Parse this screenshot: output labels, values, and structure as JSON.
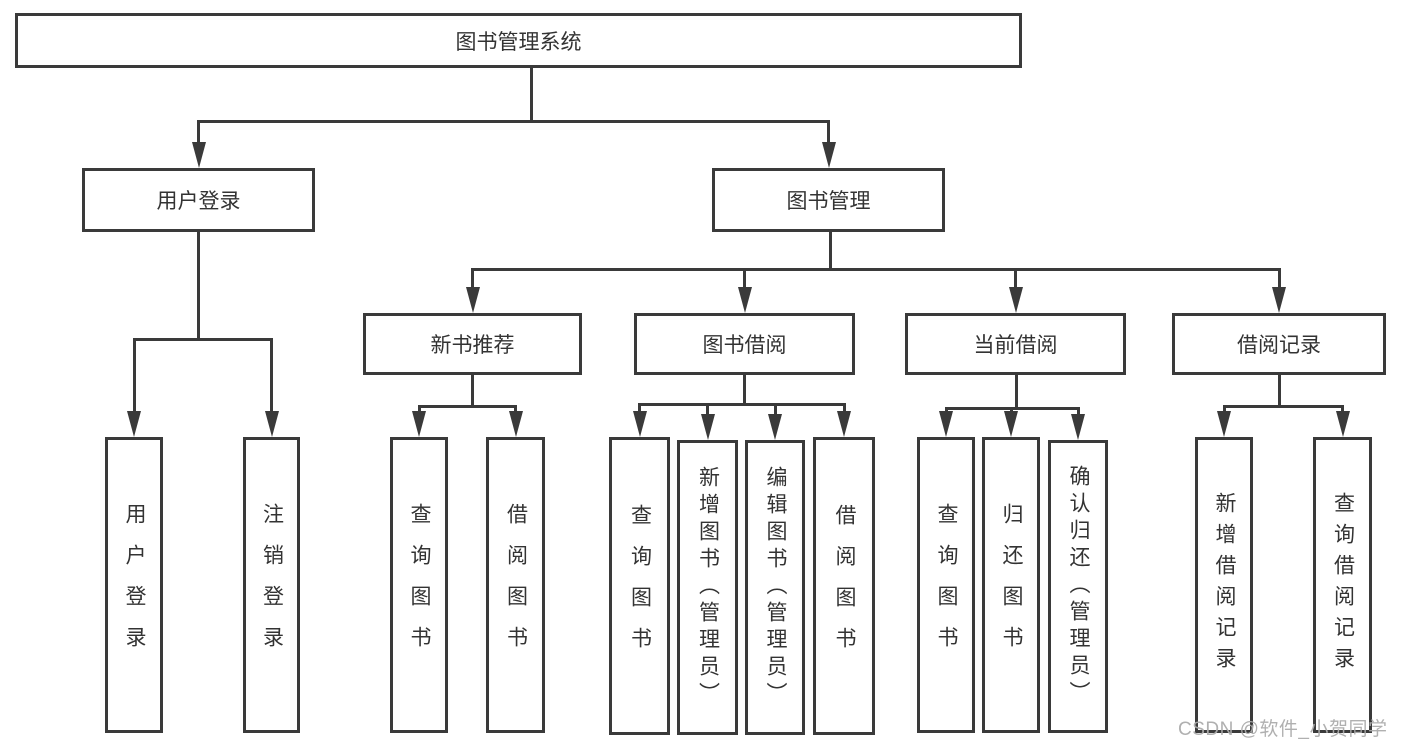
{
  "diagram": {
    "title": "图书管理系统",
    "nodes": [
      {
        "id": "root",
        "label": "图书管理系统"
      },
      {
        "id": "user-login",
        "label": "用户登录",
        "parent": "root"
      },
      {
        "id": "book-management",
        "label": "图书管理",
        "parent": "root"
      },
      {
        "id": "new-book-recommend",
        "label": "新书推荐",
        "parent": "book-management"
      },
      {
        "id": "book-borrow",
        "label": "图书借阅",
        "parent": "book-management"
      },
      {
        "id": "current-borrow",
        "label": "当前借阅",
        "parent": "book-management"
      },
      {
        "id": "borrow-records",
        "label": "借阅记录",
        "parent": "book-management"
      },
      {
        "id": "leaf-user-login",
        "label": "用户登录",
        "parent": "user-login"
      },
      {
        "id": "leaf-logout",
        "label": "注销登录",
        "parent": "user-login"
      },
      {
        "id": "leaf-nb-query",
        "label": "查询图书",
        "parent": "new-book-recommend"
      },
      {
        "id": "leaf-nb-borrow",
        "label": "借阅图书",
        "parent": "new-book-recommend"
      },
      {
        "id": "leaf-bb-query",
        "label": "查询图书",
        "parent": "book-borrow"
      },
      {
        "id": "leaf-bb-add",
        "label": "新增图书（管理员）",
        "parent": "book-borrow"
      },
      {
        "id": "leaf-bb-edit",
        "label": "编辑图书（管理员）",
        "parent": "book-borrow"
      },
      {
        "id": "leaf-bb-borrow",
        "label": "借阅图书",
        "parent": "book-borrow"
      },
      {
        "id": "leaf-cb-query",
        "label": "查询图书",
        "parent": "current-borrow"
      },
      {
        "id": "leaf-cb-return",
        "label": "归还图书",
        "parent": "current-borrow"
      },
      {
        "id": "leaf-cb-confirm",
        "label": "确认归还（管理员）",
        "parent": "current-borrow"
      },
      {
        "id": "leaf-br-add",
        "label": "新增借阅记录",
        "parent": "borrow-records"
      },
      {
        "id": "leaf-br-query",
        "label": "查询借阅记录",
        "parent": "borrow-records"
      }
    ],
    "colors": {
      "line": "#3a3a3a",
      "text": "#333333",
      "background": "#ffffff",
      "watermark": "#acacac"
    },
    "watermark": "CSDN @软件_小贺同学"
  }
}
